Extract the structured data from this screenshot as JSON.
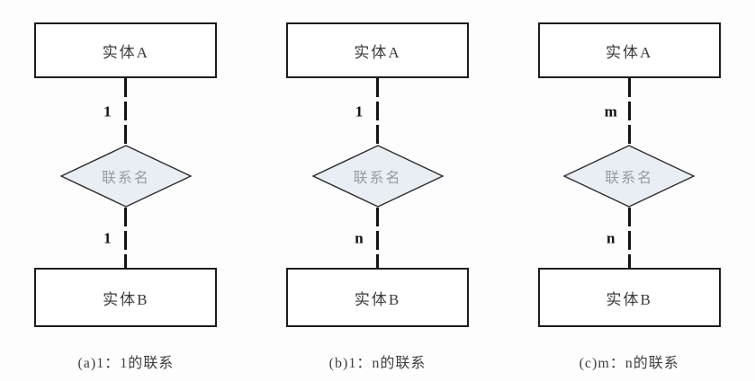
{
  "diagram": {
    "title": "entity-relationship cardinality examples",
    "colors": {
      "diamond_fill": "#e9edf4",
      "diamond_border": "#2b2b2b",
      "box_border": "#1c1c1c",
      "box_fill": "#ffffff",
      "connector_line": "#141414",
      "diamond_text": "#989ba2",
      "caption_text": "#3f3f3f"
    },
    "columns": [
      {
        "entity_a": "实体A",
        "cardinality_top": "1",
        "relationship": "联系名",
        "cardinality_bottom": "1",
        "entity_b": "实体B",
        "caption": "(a)1：1的联系"
      },
      {
        "entity_a": "实体A",
        "cardinality_top": "1",
        "relationship": "联系名",
        "cardinality_bottom": "n",
        "entity_b": "实体B",
        "caption": "(b)1：n的联系"
      },
      {
        "entity_a": "实体A",
        "cardinality_top": "m",
        "relationship": "联系名",
        "cardinality_bottom": "n",
        "entity_b": "实体B",
        "caption": "(c)m：n的联系"
      }
    ]
  }
}
